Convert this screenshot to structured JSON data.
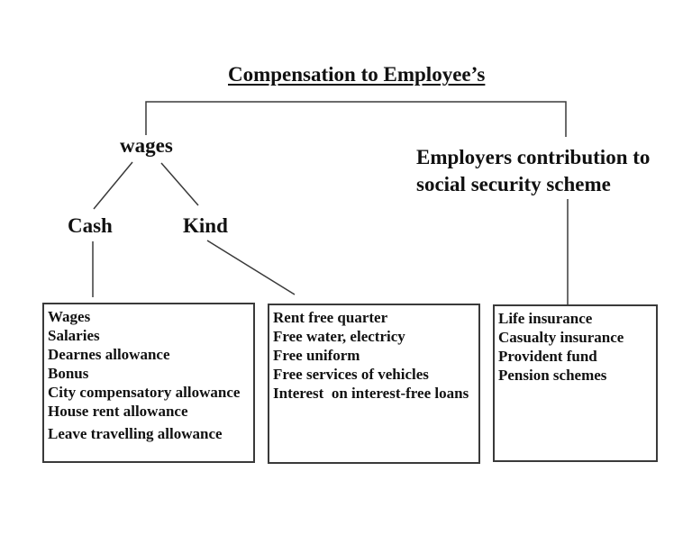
{
  "title": "Compensation to Employee’s",
  "nodes": {
    "wages": "wages",
    "employers": "Employers contribution to\nsocial security scheme",
    "cash": "Cash",
    "kind": "Kind"
  },
  "boxes": {
    "cash_items": [
      "Wages",
      "Salaries",
      "Dearnes allowance",
      "Bonus",
      "City compensatory allowance",
      "House rent allowance",
      "Leave travelling allowance"
    ],
    "kind_items": [
      "Rent free quarter",
      "Free water, electricy",
      "Free uniform",
      "Free services of vehicles",
      "Interest  on interest-free loans"
    ],
    "employer_items": [
      "Life insurance",
      "Casualty insurance",
      "Provident fund",
      "Pension schemes"
    ]
  },
  "colors": {
    "text": "#111111",
    "line": "#3a3a3a",
    "background": "#ffffff"
  }
}
